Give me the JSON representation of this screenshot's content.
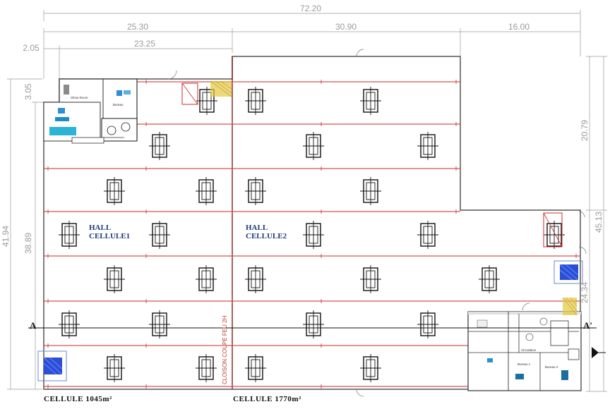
{
  "dimensions": {
    "total_width": "72.20",
    "width_left": "25.30",
    "width_mid": "30.90",
    "width_right": "16.00",
    "width_small": "2.05",
    "width_inner": "23.25",
    "height_total_left": "41.94",
    "height_inner_left": "38.89",
    "height_top_left": "3.05",
    "height_right_top": "20.79",
    "height_right_total": "45.13",
    "height_right_bottom": "24.34"
  },
  "rooms": {
    "hall1_line1": "HALL",
    "hall1_line2": "CELLULE1",
    "hall2_line1": "HALL",
    "hall2_line2": "CELLULE2",
    "show_room": "Show Room",
    "bureau": "Bureau",
    "circulation": "Circulation",
    "bureau_1": "Bureau 1",
    "bureau_2": "Bureau 2"
  },
  "cells": {
    "cell1": "CELLULE 1045m²",
    "cell2": "CELLULE 1770m²"
  },
  "section_marks": {
    "left": "A",
    "right": "A'"
  },
  "fire_wall": "CLOISON COUPE FEU 2H",
  "colors": {
    "wall": "#555555",
    "beam": "#cc2a2a",
    "dimension": "#9a9a9a",
    "label": "#1f3a73",
    "equipment": "#2b4fd6",
    "hatch": "#e6c840"
  }
}
